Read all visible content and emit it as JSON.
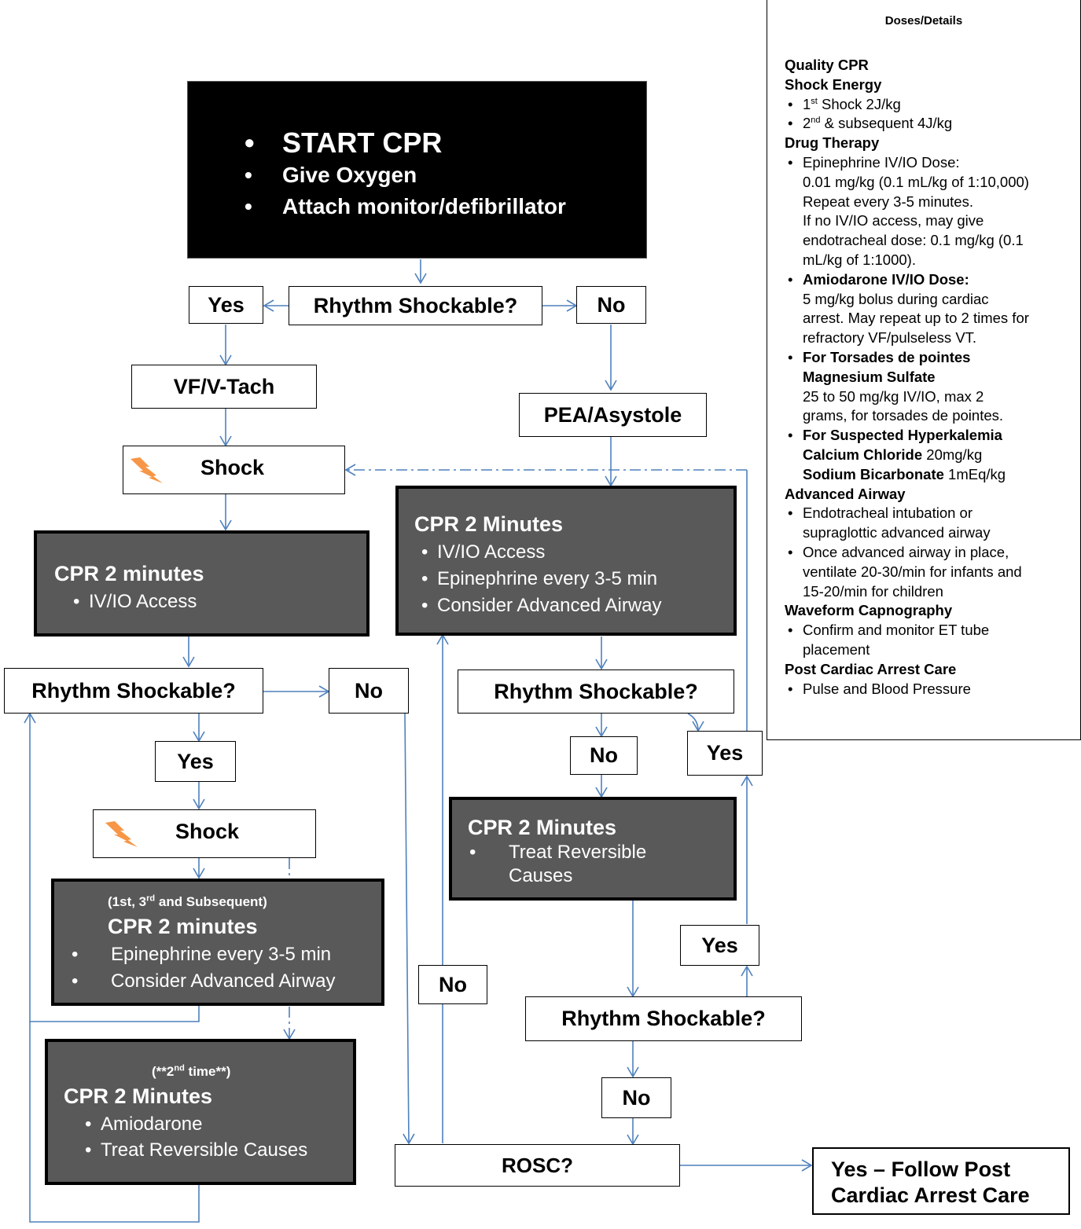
{
  "start": {
    "items": [
      "START CPR",
      "Give Oxygen",
      "Attach monitor/defibrillator"
    ]
  },
  "q1": "Rhythm Shockable?",
  "yes1": "Yes",
  "no1": "No",
  "vf": "VF/V-Tach",
  "pea": "PEA/Asystole",
  "shock1": "Shock",
  "cpr_pea": {
    "title": "CPR 2 Minutes",
    "items": [
      "IV/IO Access",
      "Epinephrine every 3-5 min",
      "Consider Advanced Airway"
    ]
  },
  "cpr_a": {
    "title": "CPR 2 minutes",
    "items": [
      "IV/IO Access"
    ]
  },
  "q2": "Rhythm Shockable?",
  "no2": "No",
  "q3": "Rhythm Shockable?",
  "no3": "No",
  "yes3": "Yes",
  "yes2": "Yes",
  "shock2": "Shock",
  "cpr_rev": {
    "title": "CPR 2 Minutes",
    "items": [
      "Treat Reversible Causes"
    ]
  },
  "cpr_b": {
    "note_a": "(1st, 3",
    "note_sup": "rd",
    "note_b": " and Subsequent)",
    "title": "CPR 2 minutes",
    "items": [
      "Epinephrine every 3-5 min",
      "Consider Advanced Airway"
    ]
  },
  "yes4": "Yes",
  "q4": "Rhythm Shockable?",
  "no4": "No",
  "no5": "No",
  "cpr_c": {
    "note_a": "(**2",
    "note_sup": "nd",
    "note_b": " time**)",
    "title": "CPR 2 Minutes",
    "items": [
      "Amiodarone",
      "Treat Reversible Causes"
    ]
  },
  "rosc": "ROSC?",
  "post": "Yes – Follow Post Cardiac Arrest Care",
  "doses": {
    "title": "Doses/Details",
    "quality": "Quality CPR",
    "shock_energy": "Shock Energy",
    "shock1_a": "1",
    "shock1_sup": "st",
    "shock1_b": " Shock 2J/kg",
    "shock2_a": "2",
    "shock2_sup": "nd",
    "shock2_b": "  & subsequent 4J/kg",
    "drug_therapy": "Drug Therapy",
    "epi": [
      "Epinephrine IV/IO Dose:",
      "0.01 mg/kg (0.1 mL/kg of 1:10,000)",
      "Repeat every 3-5 minutes.",
      "If no IV/IO access, may give",
      "endotracheal dose: 0.1 mg/kg (0.1",
      "mL/kg of 1:1000)."
    ],
    "amio_head": "Amiodarone IV/IO Dose:",
    "amio": [
      "5 mg/kg bolus during cardiac",
      "arrest. May repeat up to 2 times for",
      "refractory VF/pulseless VT."
    ],
    "torsades_head": [
      "For Torsades de pointes",
      "Magnesium Sulfate"
    ],
    "torsades": [
      "25 to 50 mg/kg IV/IO, max 2",
      "grams, for torsades de pointes."
    ],
    "hyperk_head": "For Suspected Hyperkalemia",
    "calcium_b": "Calcium Chloride",
    "calcium_t": " 20mg/kg",
    "bicarb_b": "Sodium Bicarbonate",
    "bicarb_t": " 1mEq/kg",
    "airway_head": "Advanced Airway",
    "airway1": [
      "Endotracheal intubation or",
      "supraglottic advanced airway"
    ],
    "airway2": [
      "Once advanced airway in place,",
      "ventilate 20-30/min for infants and",
      "15-20/min for children"
    ],
    "capno_head": "Waveform Capnography",
    "capno": [
      "Confirm and monitor ET tube",
      "placement"
    ],
    "post_head": "Post Cardiac Arrest Care",
    "post": "Pulse and Blood Pressure"
  },
  "colors": {
    "arrow": "#4f81bd",
    "dark_box": "#595959",
    "black_box": "#000000",
    "bolt": "#f79646"
  },
  "icons": {
    "bolt": "lightning-bolt-icon"
  }
}
